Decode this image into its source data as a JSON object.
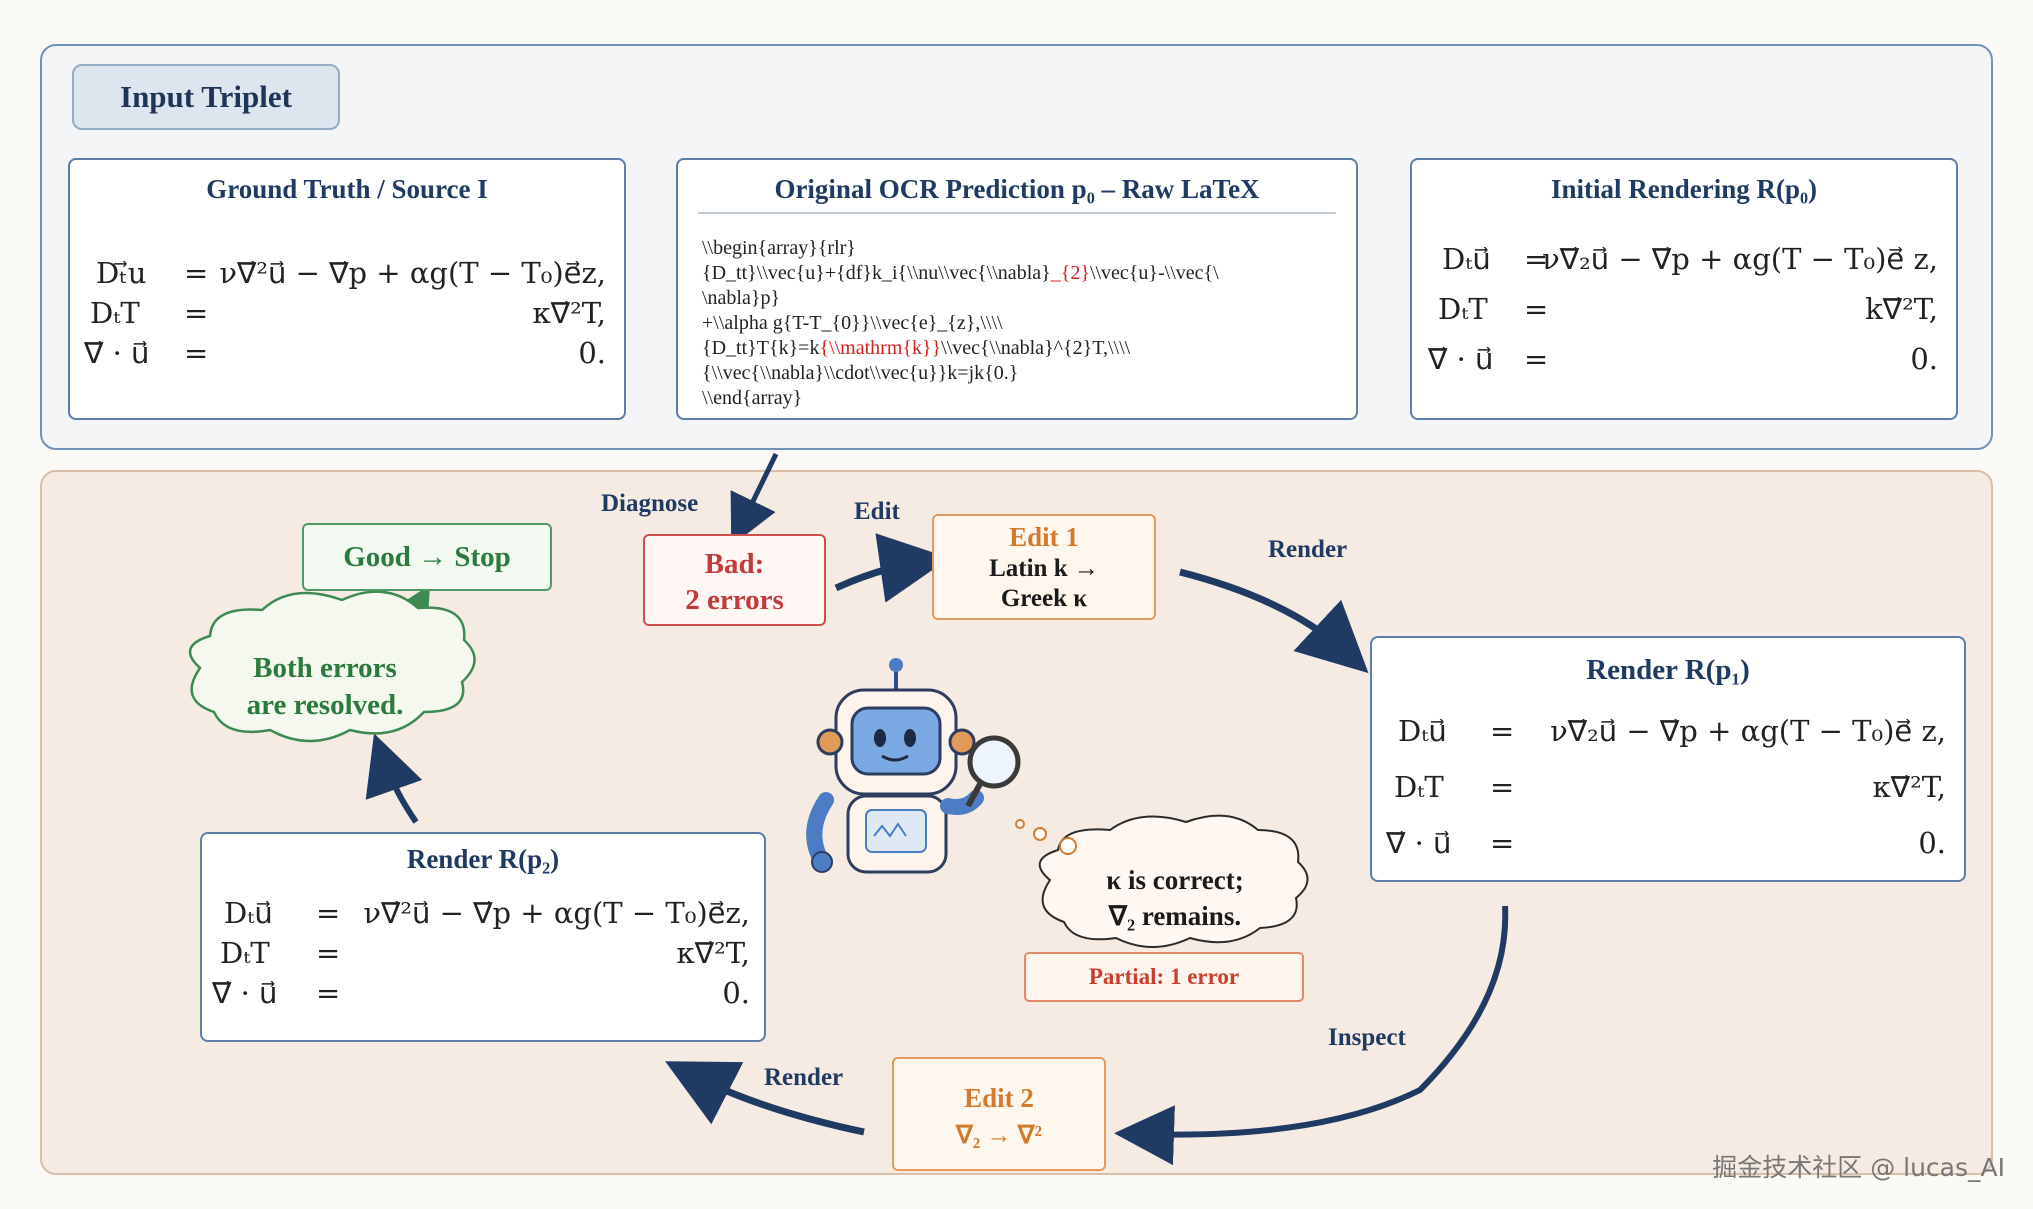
{
  "top_panel": {
    "tag": "Input Triplet",
    "ground_truth": {
      "title": "Ground Truth / Source  I",
      "lhs": [
        "Dₜ⃗u",
        "DₜT",
        "∇⃗ · u⃗"
      ],
      "rhs": [
        "ν∇⃗²u⃗ − ∇⃗p + αg(T − T₀)e⃗z,",
        "κ∇⃗²T,",
        "0."
      ]
    },
    "ocr": {
      "title": "Original OCR Prediction  p₀  –  Raw LaTeX",
      "lines": [
        "\\\\begin{array}{rlr}",
        "{D_tt}\\\\vec{u}+{df}k_i{\\\\nu\\\\vec{\\\\nabla}",
        "_{2}",
        "\\\\vec{u}-\\\\vec{\\",
        "\\nabla}p}",
        "+\\\\alpha g{T-T_{0}}\\\\vec{e}_{z},\\\\\\\\",
        "{D_tt}T{k}=k",
        "{\\\\mathrm{k}}",
        "\\\\vec{\\\\nabla}^{2}T,\\\\\\\\",
        "{\\\\vec{\\\\nabla}\\\\cdot\\\\vec{u}}k=jk{0.}",
        "\\\\end{array}"
      ]
    },
    "initial_render": {
      "title": "Initial Rendering  R(p₀)",
      "lhs": [
        "Dₜu⃗",
        "DₜT",
        "∇⃗ · u⃗"
      ],
      "rhs": [
        "ν∇⃗₂u⃗ − ∇⃗p + αg(T − T₀)e⃗ z,",
        "k∇⃗²T,",
        "0."
      ]
    }
  },
  "flow": {
    "diagnose": "Diagnose",
    "bad_line1": "Bad:",
    "bad_line2": "2 errors",
    "edit_label": "Edit",
    "edit1_title": "Edit 1",
    "edit1_line1": "Latin k →",
    "edit1_line2": "Greek κ",
    "render_label_1": "Render",
    "render1": {
      "title": "Render  R(p₁)",
      "lhs": [
        "Dₜu⃗",
        "DₜT",
        "∇⃗ · u⃗"
      ],
      "rhs": [
        "ν∇⃗₂u⃗ − ∇⃗p + αg(T − T₀)e⃗ z,",
        "κ∇⃗²T,",
        "0."
      ]
    },
    "thought_line1": "κ is correct;",
    "thought_line2": "∇₂ remains.",
    "partial": "Partial: 1 error",
    "inspect": "Inspect",
    "edit2_title": "Edit 2",
    "edit2_body": "∇₂ → ∇²",
    "render_label_2": "Render",
    "render2": {
      "title": "Render  R(p₂)",
      "lhs": [
        "Dₜu⃗",
        "DₜT",
        "∇⃗ · u⃗"
      ],
      "rhs": [
        "ν∇⃗²u⃗ − ∇⃗p + αg(T − T₀)e⃗z,",
        "κ∇⃗²T,",
        "0."
      ]
    },
    "resolved_line1": "Both errors",
    "resolved_line2": "are resolved.",
    "good": "Good  →  Stop"
  },
  "watermark": "掘金技术社区 @ lucas_AI",
  "colors": {
    "navy": "#1f3a63",
    "red": "#c33a3a",
    "orange": "#d27a2e",
    "green": "#2b7a3e"
  }
}
